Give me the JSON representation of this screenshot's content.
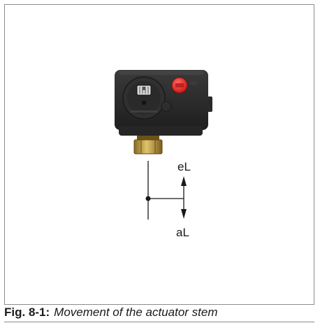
{
  "figure": {
    "number": "Fig. 8-1:",
    "caption": "Movement of the actuator stem"
  },
  "labels": {
    "extend": "eL",
    "retract": "aL"
  },
  "colors": {
    "housing": "#2b2b2b",
    "button": "#e8232a",
    "brass": "#b8943c",
    "line": "#1a1a1a"
  },
  "icons": {
    "device": "actuator-device-icon",
    "indicator": "travel-indicator-icon",
    "button": "handwheel-red-button-icon",
    "arrow_up": "arrow-up-icon",
    "arrow_down": "arrow-down-icon"
  }
}
